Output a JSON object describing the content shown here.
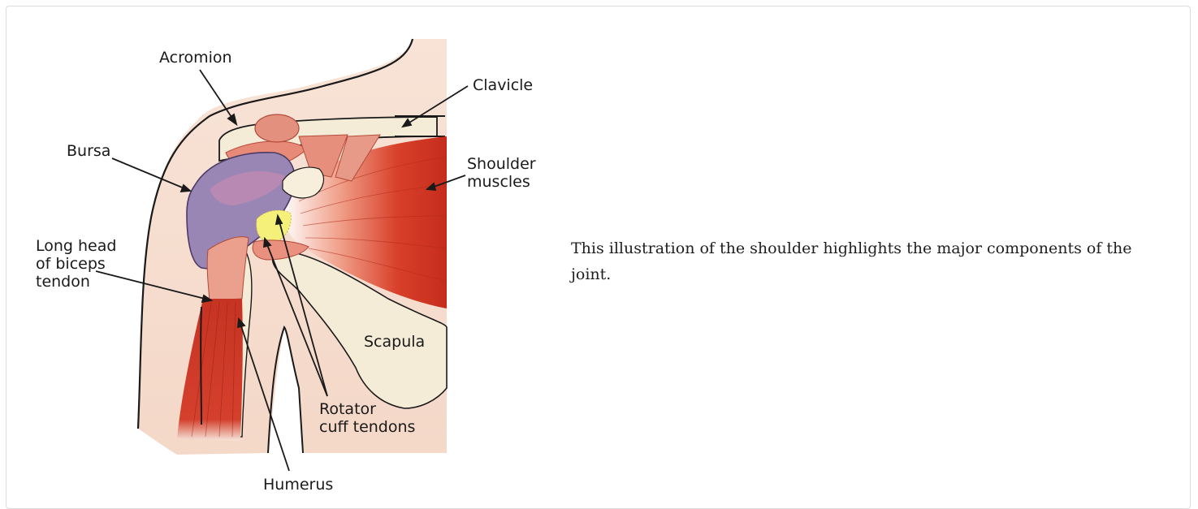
{
  "figure": {
    "labels": {
      "acromion": "Acromion",
      "clavicle": "Clavicle",
      "bursa": "Bursa",
      "shoulder_muscles": "Shoulder\nmuscles",
      "long_head": "Long head\nof biceps\ntendon",
      "scapula": "Scapula",
      "rotator_cuff": "Rotator\ncuff tendons",
      "humerus": "Humerus"
    }
  },
  "caption": {
    "text": "This illustration of the shoulder highlights the major components of the joint."
  }
}
